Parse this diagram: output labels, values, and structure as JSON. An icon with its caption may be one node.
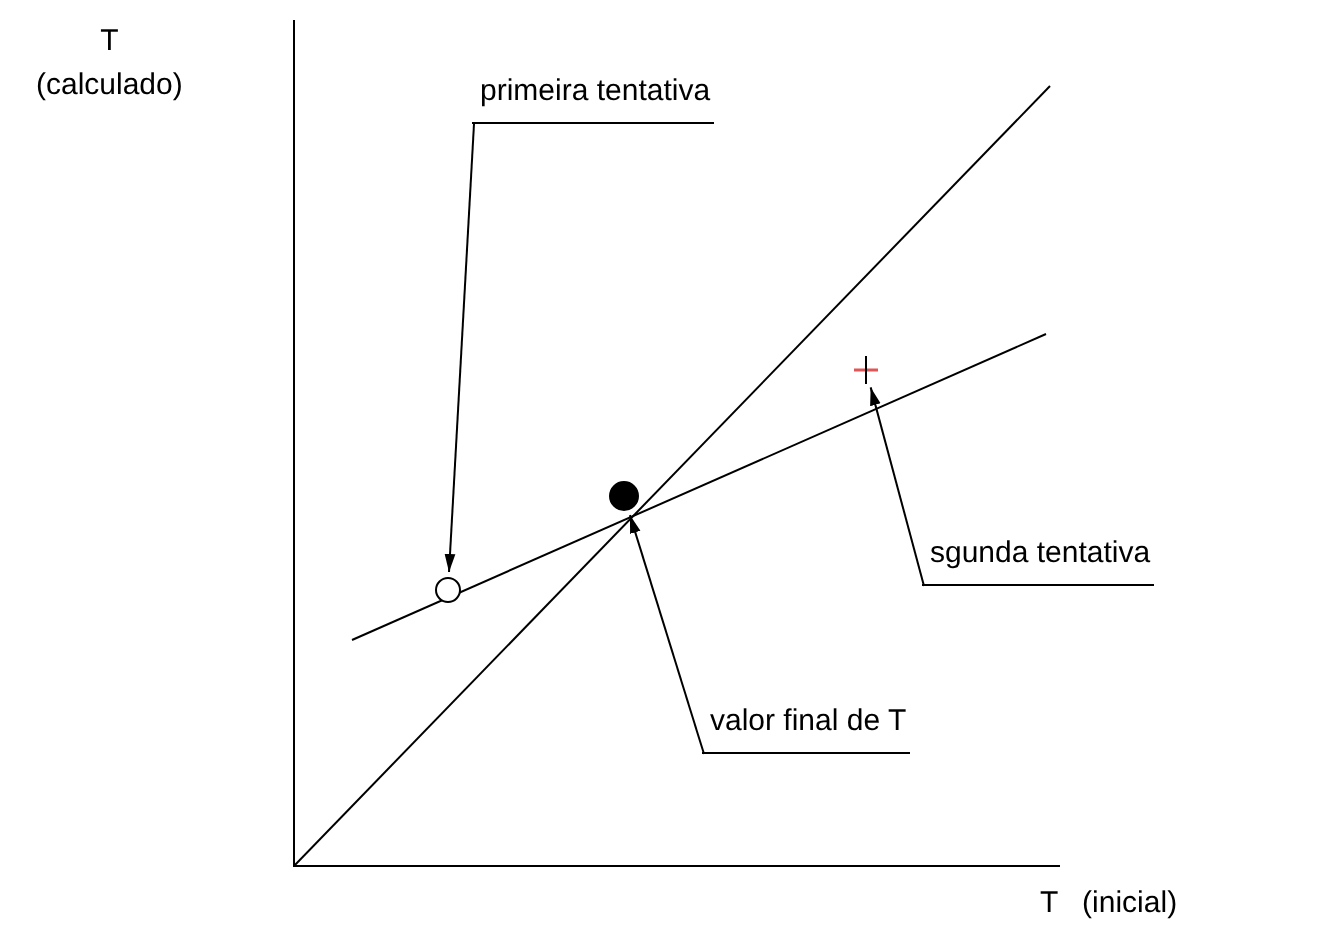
{
  "diagram": {
    "nodes": [
      {
        "text": [
          "primeira tentativa"
        ]
      },
      {
        "text": [],
        "shape": "circle"
      },
      {
        "text": [],
        "shape": "circle"
      },
      {
        "text": [],
        "shape": "cross"
      },
      {
        "text": [
          "sgunda tentativa"
        ]
      },
      {
        "text": [
          "valor final de T"
        ]
      }
    ],
    "edges": [
      {
        "from": 0,
        "to": 1,
        "arrow": "to"
      },
      {
        "from": 4,
        "to": 3,
        "arrow": "to"
      },
      {
        "from": 5,
        "to": 2,
        "arrow": "to"
      }
    ],
    "labels": [
      "T (calculado)",
      "T (inicial)"
    ]
  }
}
